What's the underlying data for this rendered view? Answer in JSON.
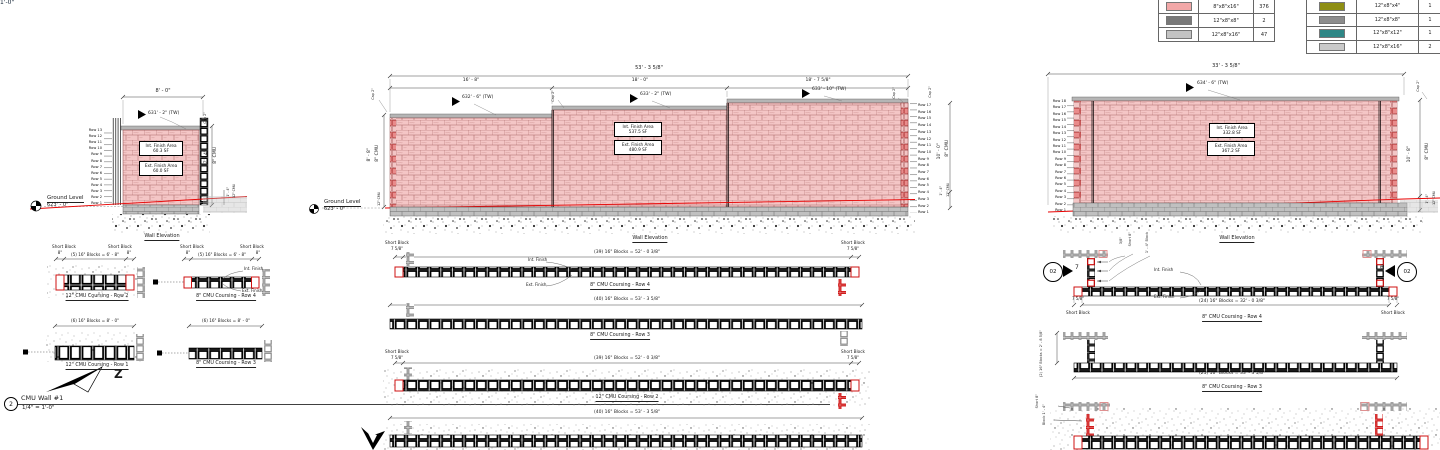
{
  "page": {
    "scale_fragment": "1'-0\""
  },
  "legend_left": {
    "rows": [
      {
        "color": "#f2a8a8",
        "size": "8\"x8\"x16\"",
        "qty": "376"
      },
      {
        "color": "#787878",
        "size": "12\"x8\"x8\"",
        "qty": "2"
      },
      {
        "color": "#c3c3c3",
        "size": "12\"x8\"x16\"",
        "qty": "47"
      }
    ]
  },
  "legend_right": {
    "rows": [
      {
        "color": "#8e8e13",
        "size": "12\"x8\"x4\"",
        "qty": "1"
      },
      {
        "color": "#8c8c8c",
        "size": "12\"x8\"x8\"",
        "qty": "1"
      },
      {
        "color": "#2e8786",
        "size": "12\"x8\"x12\"",
        "qty": "1"
      },
      {
        "color": "#c9c9c9",
        "size": "12\"x8\"x16\"",
        "qty": "2"
      }
    ]
  },
  "wall1": {
    "width_dim": "8' - 0\"",
    "tag": "631' - 2\" (TW)",
    "int_label": "Int. Finish Area",
    "int_sf": "60.3 SF",
    "ext_label": "Ext. Finish Area",
    "ext_sf": "60.0 SF",
    "cap_note": "Cap 2\"",
    "height_dim": "7' - 4\"",
    "cmu8": "8\" CMU",
    "base_dim": "1' - 4\"",
    "cmu12": "12\" CMU",
    "ground_label": "Ground Level",
    "ground_elev": "623' - 0\"",
    "rows": [
      "Row 13",
      "Row 12",
      "Row 11",
      "Row 10",
      "Row 9",
      "Row 8",
      "Row 7",
      "Row 6",
      "Row 5",
      "Row 4",
      "Row 3",
      "Row 2",
      "Row 1"
    ],
    "title": "Wall Elevation"
  },
  "coursing1": {
    "row2": {
      "short_l": "Short Block",
      "short_l_dim": "8\"",
      "dim": "(5) 16\" Blocks = 6' - 8\"",
      "short_r": "Short Block",
      "short_r_dim": "8\"",
      "title": "12\" CMU Coursing - Row 2"
    },
    "row4": {
      "short_l": "Short Block",
      "short_l_dim": "8\"",
      "dim": "(5) 16\" Blocks = 6' - 8\"",
      "short_r": "Short Block",
      "short_r_dim": "8\"",
      "int_note": "Int. Finish",
      "ext_note": "Ext. Finish",
      "title": "8\" CMU Coursing - Row 4"
    },
    "row1": {
      "dim": "(6) 16\" Blocks = 8' - 0\"",
      "title": "12\" CMU Coursing - Row 1"
    },
    "row3": {
      "dim": "(6) 16\" Blocks = 8' - 0\"",
      "title": "8\" CMU Coursing - Row 3"
    }
  },
  "north": {
    "label": "Z"
  },
  "view_title": {
    "number": "2",
    "name": "CMU Wall #1",
    "scale": "1/4\" = 1'-0\""
  },
  "wall2": {
    "overall_dim": "53' - 3 5/8\"",
    "seg_dims": [
      "16' - 8\"",
      "18' - 0\"",
      "18' - 7 5/8\""
    ],
    "tags": [
      "632' - 6\" (TW)",
      "633' - 2\" (TW)",
      "633' - 10\" (TW)"
    ],
    "cap_note": "Cap 2\"",
    "left_height": "8' - 8\"",
    "left_cmu8": "8\" CMU",
    "left_cmu12": "12\" CMU",
    "ground_label": "Ground Level",
    "ground_elev": "623' - 0\"",
    "int_label": "Int. Finish Area",
    "int_sf": "537.5 SF",
    "ext_label": "Ext. Finish Area",
    "ext_sf": "480.9 SF",
    "rows": [
      "Row 17",
      "Row 16",
      "Row 15",
      "Row 14",
      "Row 13",
      "Row 12",
      "Row 11",
      "Row 10",
      "Row 9",
      "Row 8",
      "Row 7",
      "Row 6",
      "Row 5",
      "Row 4",
      "Row 3",
      "Row 2",
      "Row 1"
    ],
    "right_height": "10' - 0\"",
    "right_cmu8": "8\" CMU",
    "right_base": "1' - 4\"",
    "right_cmu12": "12\" CMU",
    "title": "Wall Elevation"
  },
  "coursing2": {
    "row4": {
      "short_l": "Short Block",
      "short_l_dim": "7 5/8\"",
      "dim": "(39) 16\" Blocks = 52' - 0 3/8\"",
      "short_r": "Short Block",
      "short_r_dim": "7 5/8\"",
      "int_note": "Int. Finish",
      "ext_note": "Ext. Finish",
      "title": "8\" CMU Coursing - Row 4"
    },
    "row3": {
      "dim": "(40) 16\" Blocks = 53' - 3 5/8\"",
      "title": "8\" CMU Coursing - Row 3"
    },
    "row2": {
      "short_l": "Short Block",
      "short_l_dim": "7 5/8\"",
      "dim": "(39) 16\" Blocks = 52' - 0 3/8\"",
      "short_r": "Short Block",
      "short_r_dim": "7 5/8\"",
      "title": "12\" CMU Coursing - Row 2"
    },
    "row1": {
      "dim": "(40) 16\" Blocks = 53' - 3 5/8\""
    }
  },
  "wall3": {
    "overall_dim": "33' - 3 5/8\"",
    "tag": "634' - 6\" (TW)",
    "cap_note": "Cap 2\"",
    "int_label": "Int. Finish Area",
    "int_sf": "332.8 SF",
    "ext_label": "Ext. Finish Area",
    "ext_sf": "367.2 SF",
    "rows": [
      "Row 18",
      "Row 17",
      "Row 16",
      "Row 15",
      "Row 14",
      "Row 13",
      "Row 12",
      "Row 11",
      "Row 10",
      "Row 9",
      "Row 8",
      "Row 7",
      "Row 6",
      "Row 5",
      "Row 4",
      "Row 3",
      "Row 2",
      "Row 1"
    ],
    "right_height": "10' - 8\"",
    "right_cmu8": "8\" CMU",
    "right_base": "1' - 4\"",
    "right_cmu12": "12\" CMU",
    "title": "Wall Elevation"
  },
  "coursing3": {
    "row4": {
      "marker_l": "02",
      "ref_l": "7",
      "ref_r": "6",
      "marker_r": "02",
      "ann_joint": "3/8\"",
      "ann_short": "Short 8\"",
      "ann_block": "1' - 4\" Block",
      "int_note": "Int. Finish",
      "ext_note": "Ext. Finish",
      "short_l_dim": "7 5/8\"",
      "short_l": "Short Block",
      "short_r_dim": "7 5/8\"",
      "short_r": "Short Block",
      "dim": "(24) 16\" Blocks = 32' - 0 3/8\"",
      "title": "8\" CMU Coursing - Row 4"
    },
    "row3": {
      "left_note": "(2) 16\" Blocks = 2' - 8 5/8\"",
      "dim": "(25) 16\" Blocks = 33' - 3 5/8\"",
      "title": "8\" CMU Coursing - Row 3"
    },
    "row2": {
      "ann_short": "Short 8\"",
      "ann_block": "Block 1' - 4\""
    }
  }
}
